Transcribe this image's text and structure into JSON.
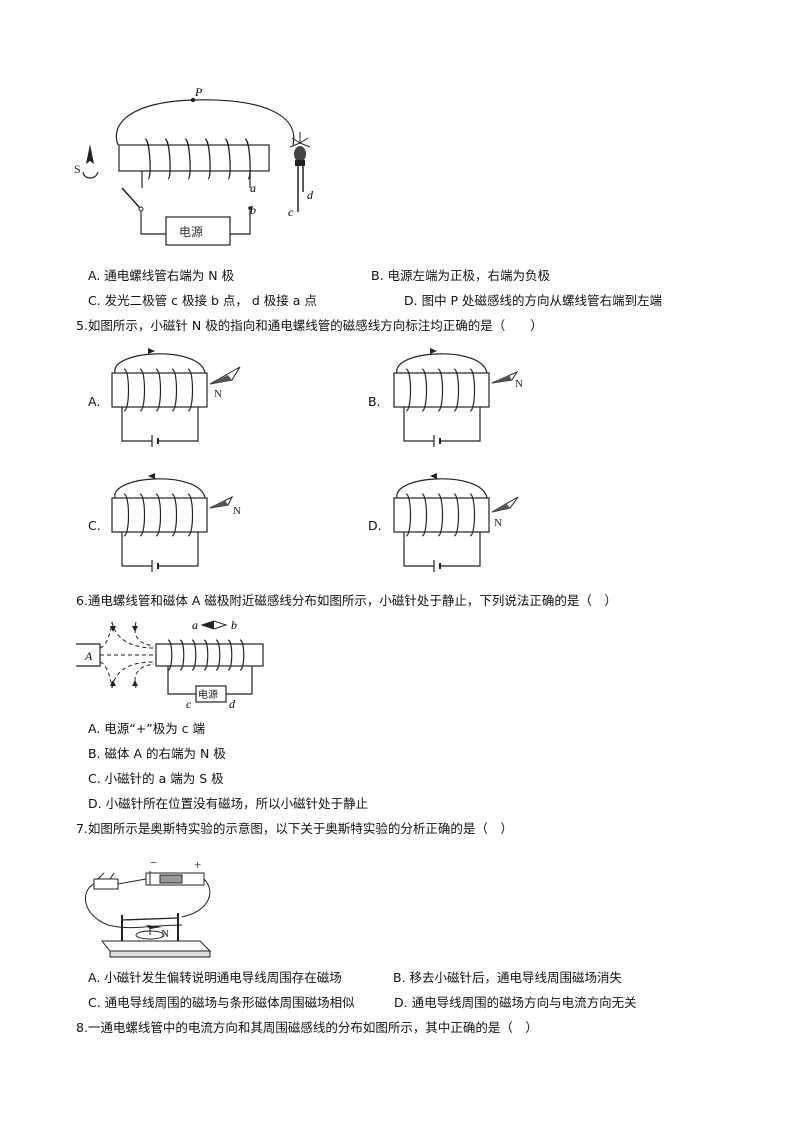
{
  "q4": {
    "figure": {
      "p_label": "P",
      "s_label": "S",
      "a_label": "a",
      "b_label": "b",
      "c_label": "c",
      "d_label": "d",
      "power_label": "电源"
    },
    "options": {
      "A": "A. 通电螺线管右端为 N 极",
      "B": "B. 电源左端为正极，右端为负极",
      "C": "C. 发光二极管  c  极接  b  点，  d  极接  a  点",
      "D": "D. 图中 P 处磁感线的方向从螺线管右端到左端"
    }
  },
  "q5": {
    "stem": "5.如图所示，小磁针 N 极的指向和通电螺线管的磁感线方向标注均正确的是（　　）",
    "labels": {
      "A": "A.",
      "B": "B.",
      "C": "C.",
      "D": "D."
    },
    "needle_n": "N"
  },
  "q6": {
    "stem": "6.通电螺线管和磁体 A 磁极附近磁感线分布如图所示，小磁针处于静止，下列说法正确的是（　）",
    "figure": {
      "magnet_label": "A",
      "a_label": "a",
      "b_label": "b",
      "c_label": "c",
      "d_label": "d",
      "power_label": "电源"
    },
    "options": {
      "A": "A. 电源“+”极为 c 端",
      "B": "B. 磁体 A 的右端为 N 极",
      "C": "C. 小磁针的 a 端为 S 极",
      "D": "D. 小磁针所在位置没有磁场，所以小磁针处于静止"
    }
  },
  "q7": {
    "stem": "7.如图所示是奥斯特实验的示意图，以下关于奥斯特实验的分析正确的是（　）",
    "figure": {
      "minus": "−",
      "plus": "+",
      "needle_n": "N"
    },
    "options": {
      "A": "A. 小磁针发生偏转说明通电导线周围存在磁场",
      "B": "B. 移去小磁针后，通电导线周围磁场消失",
      "C": "C. 通电导线周围的磁场与条形磁体周围磁场相似",
      "D": "D. 通电导线周围的磁场方向与电流方向无关"
    }
  },
  "q8": {
    "stem": "8.一通电螺线管中的电流方向和其周围磁感线的分布如图所示，其中正确的是（　）"
  }
}
